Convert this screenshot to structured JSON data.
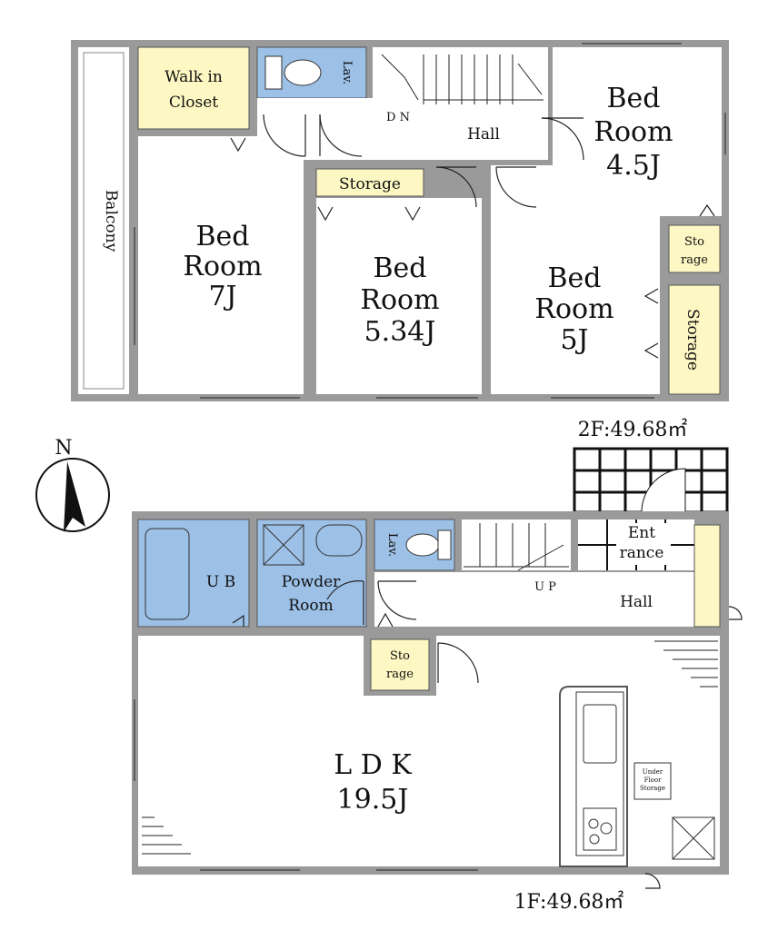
{
  "floor2": {
    "area": "2F:49.68㎡",
    "walk_in_closet": [
      "Walk in",
      "Closet"
    ],
    "lav": "Lav.",
    "dn": "D N",
    "hall": "Hall",
    "balcony": "Balcony",
    "bed_7": [
      "Bed",
      "Room",
      "7J"
    ],
    "bed_534": [
      "Bed",
      "Room",
      "5.34J"
    ],
    "bed_5": [
      "Bed",
      "Room",
      "5J"
    ],
    "bed_45": [
      "Bed",
      "Room",
      "4.5J"
    ],
    "storage": "Storage",
    "storage_right": "Storage",
    "storage_small": [
      "Sto",
      "rage"
    ]
  },
  "floor1": {
    "area": "1F:49.68㎡",
    "ub": "U B",
    "powder": [
      "Powder",
      "Room"
    ],
    "lav": "Lav.",
    "up": "U P",
    "hall": "Hall",
    "entrance": [
      "Ent",
      "rance"
    ],
    "storage": [
      "Sto",
      "rage"
    ],
    "ldk": [
      "L D K",
      "19.5J"
    ],
    "underfloor": [
      "Under",
      "Floor",
      "Storage"
    ]
  },
  "compass": {
    "label": "N"
  },
  "colors": {
    "wall": "#9a9a9a",
    "storage": "#fdf7c3",
    "wet_area": "#9cc0e6"
  }
}
